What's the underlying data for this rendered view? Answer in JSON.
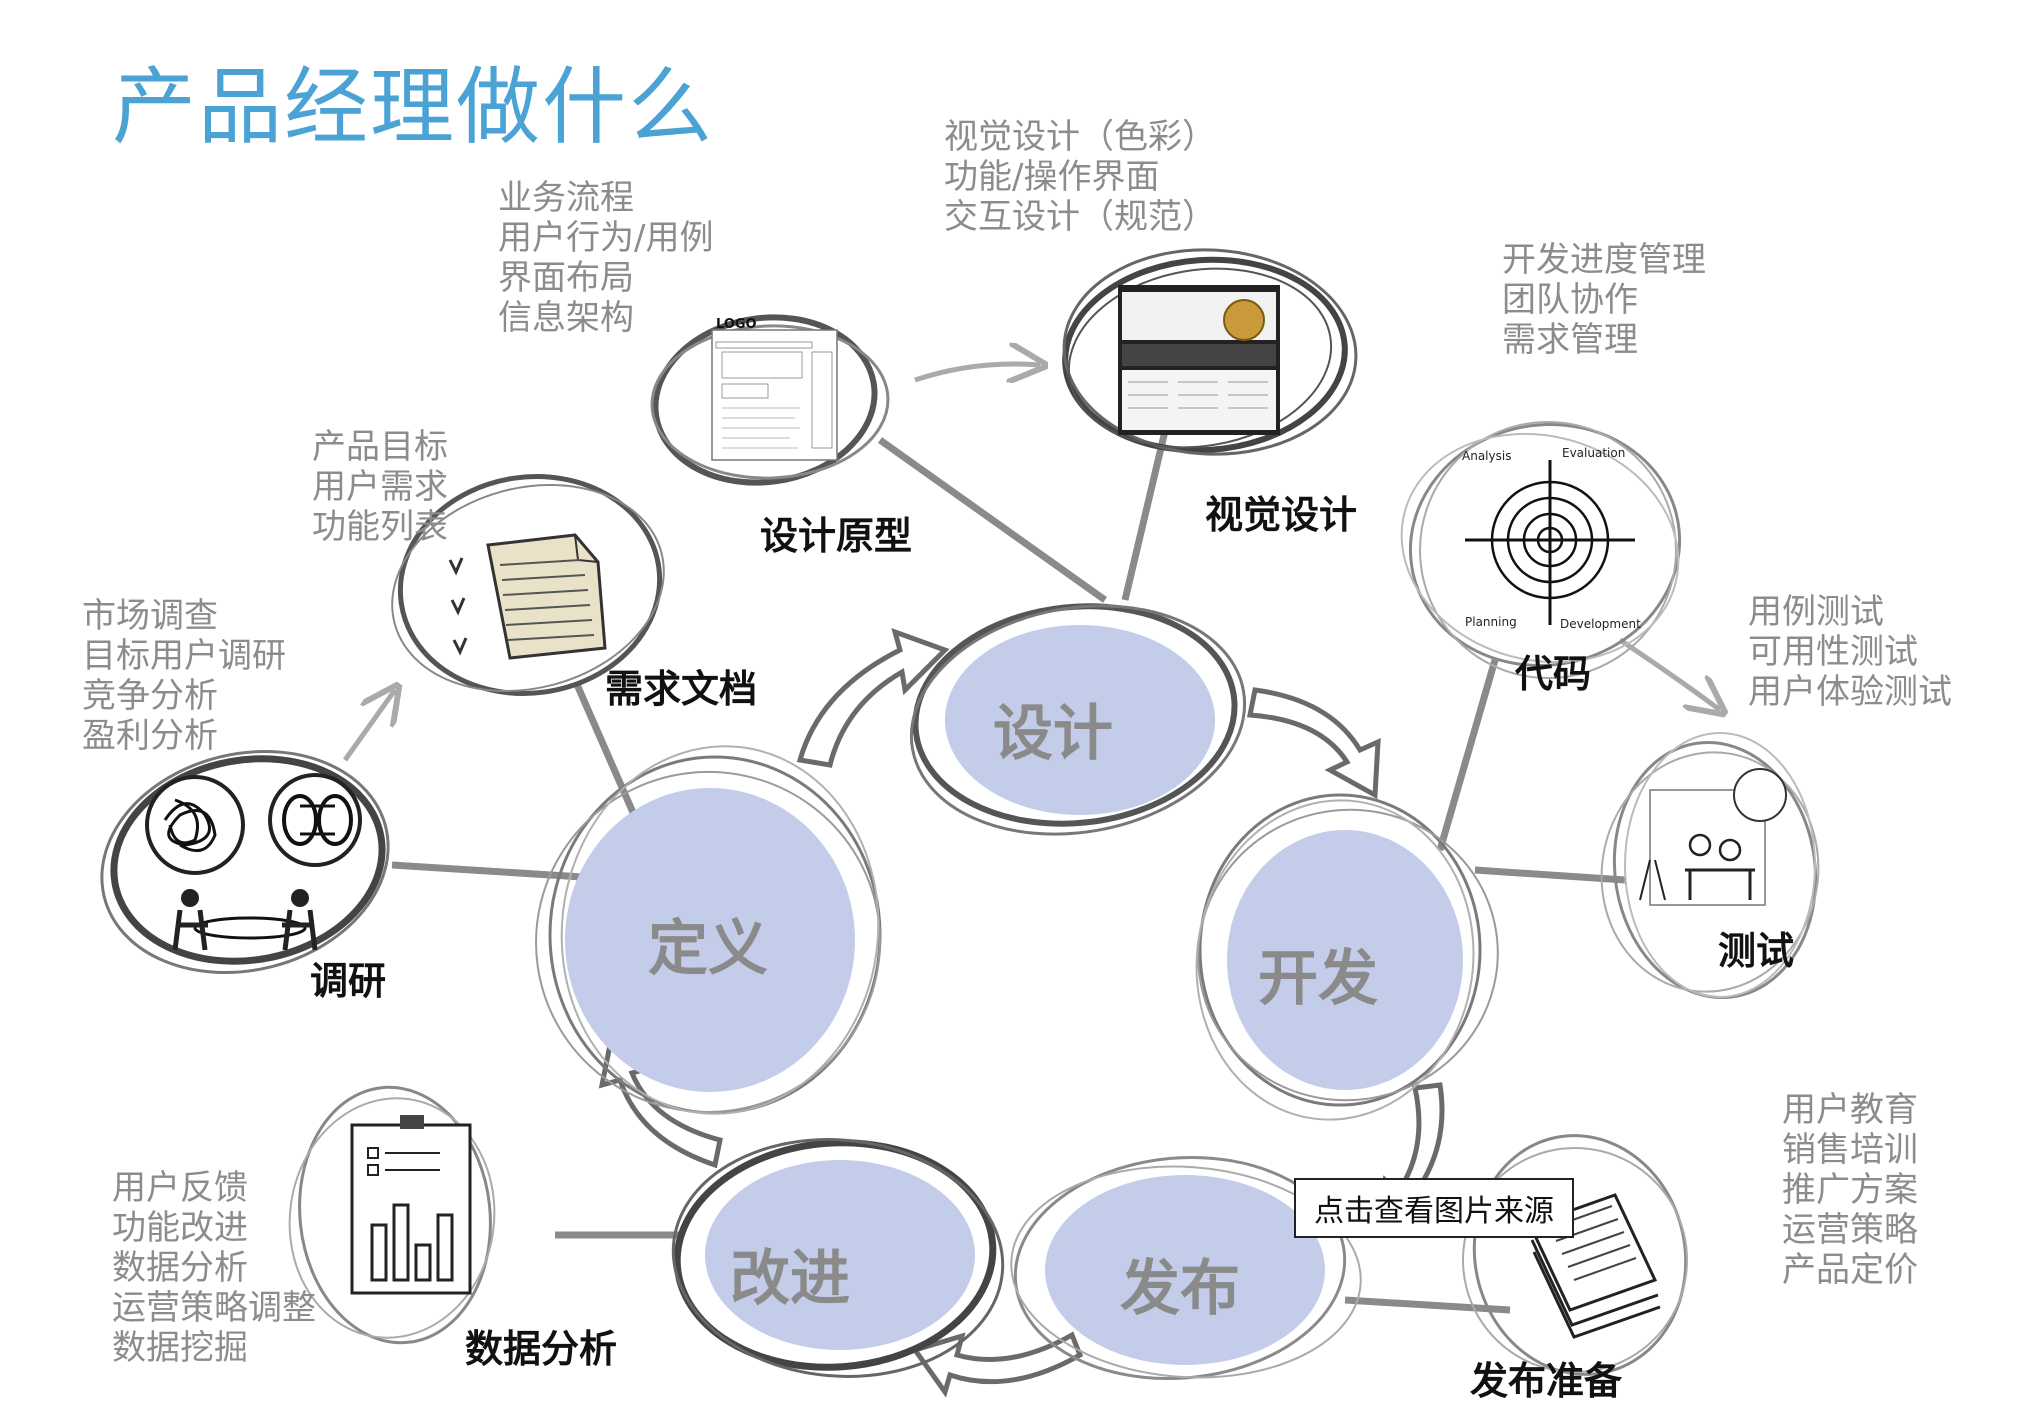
{
  "title": "产品经理做什么",
  "phases": {
    "define": "定义",
    "design": "设计",
    "develop": "开发",
    "release": "发布",
    "improve": "改进"
  },
  "nodes": {
    "research": {
      "label": "调研",
      "notes": [
        "市场调查",
        "目标用户调研",
        "竞争分析",
        "盈利分析"
      ]
    },
    "requirements": {
      "label": "需求文档",
      "notes": [
        "产品目标",
        "用户需求",
        "功能列表"
      ]
    },
    "prototype": {
      "label": "设计原型",
      "notes": [
        "业务流程",
        "用户行为/用例",
        "界面布局",
        "信息架构"
      ]
    },
    "visual": {
      "label": "视觉设计",
      "notes": [
        "视觉设计（色彩）",
        "功能/操作界面",
        "交互设计（规范）"
      ]
    },
    "code": {
      "label": "代码",
      "notes": [
        "开发进度管理",
        "团队协作",
        "需求管理"
      ]
    },
    "testing": {
      "label": "测试",
      "notes": [
        "用例测试",
        "可用性测试",
        "用户体验测试"
      ]
    },
    "release_prep": {
      "label": "发布准备",
      "notes": [
        "用户教育",
        "销售培训",
        "推广方案",
        "运营策略",
        "产品定价"
      ]
    },
    "data_analysis": {
      "label": "数据分析",
      "notes": [
        "用户反馈",
        "功能改进",
        "数据分析",
        "运营策略调整",
        "数据挖掘"
      ]
    }
  },
  "sketch_text": {
    "logo": "LOGO",
    "quadrant": [
      "Analysis",
      "Evaluation",
      "Planning",
      "Development"
    ]
  },
  "source_button": "点击查看图片来源",
  "colors": {
    "title": "#4aa3d4",
    "phase_fill": "#c3cde9",
    "sketch_stroke": "#5a5a5a",
    "note_text": "#8c8c8c"
  }
}
